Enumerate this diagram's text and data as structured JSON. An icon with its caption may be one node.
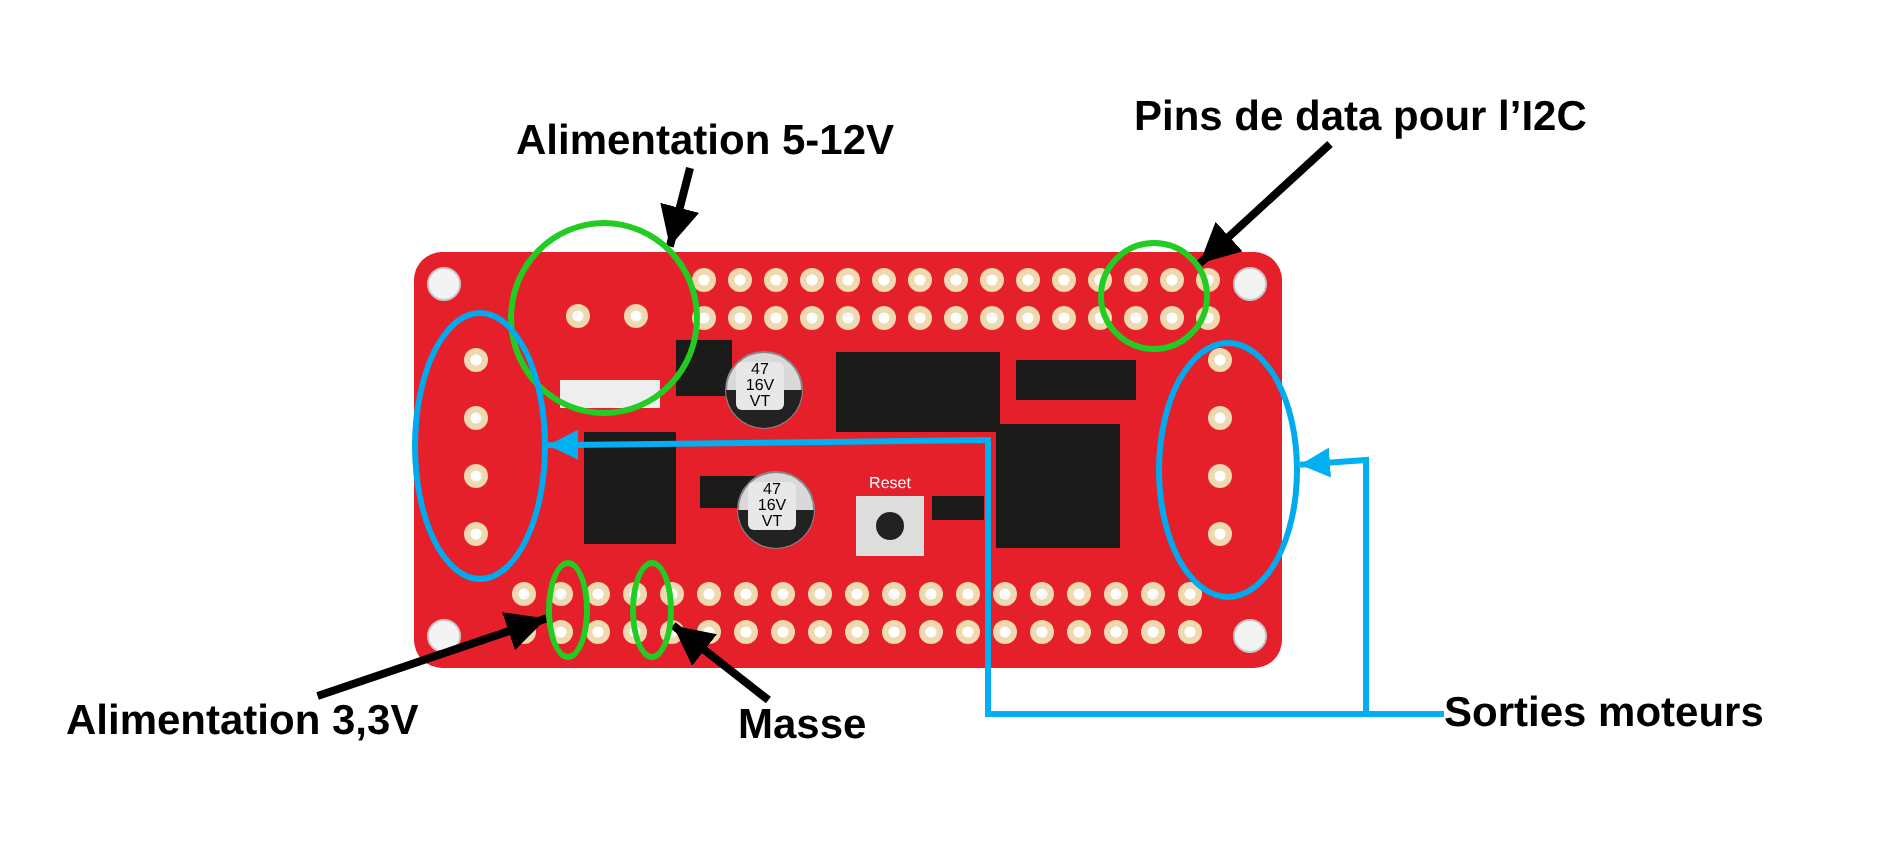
{
  "diagram": {
    "nodes": [
      {
        "text": [
          "Alimentation 5-12V"
        ]
      },
      {
        "text": [
          "Pins de data pour l’I2C"
        ]
      },
      {
        "text": [
          "Alimentation 3,3V"
        ]
      },
      {
        "text": [
          "Masse"
        ]
      },
      {
        "text": [
          "Sorties moteurs"
        ]
      },
      {
        "text": [],
        "shape": "circle"
      },
      {
        "text": [],
        "shape": "circle"
      },
      {
        "text": [],
        "shape": "circle"
      },
      {
        "text": [],
        "shape": "circle"
      },
      {
        "text": [],
        "shape": "circle"
      },
      {
        "text": [],
        "shape": "circle"
      }
    ],
    "edges": [
      {
        "from": 0,
        "to": 5,
        "arrow": "to"
      },
      {
        "from": 1,
        "to": 6,
        "arrow": "to"
      },
      {
        "from": 2,
        "to": 9,
        "arrow": "to"
      },
      {
        "from": 3,
        "to": 10,
        "arrow": "to"
      },
      {
        "from": 4,
        "to": 8,
        "arrow": "to",
        "color": "#00b0f0"
      },
      {
        "from": 4,
        "to": 7,
        "arrow": "to",
        "color": "#00b0f0"
      }
    ],
    "labels": [
      "47 16V VT",
      "47 16V VT",
      "Reset"
    ]
  }
}
